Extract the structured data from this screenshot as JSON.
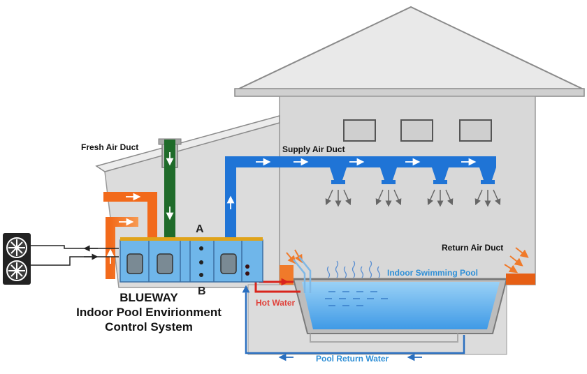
{
  "labels": {
    "fresh_air_duct": "Fresh Air Duct",
    "supply_air_duct": "Supply Air Duct",
    "return_air_duct": "Return Air Duct",
    "indoor_swimming_pool": "Indoor Swimming Pool",
    "hot_water": "Hot Water",
    "pool_return_water": "Pool Return Water",
    "point_a": "A",
    "point_b": "B"
  },
  "brand": {
    "name": "BLUEWAY",
    "line1": "Indoor Pool Envirionment",
    "line2": "Control System"
  },
  "colors": {
    "building": "#d8d8d8",
    "roof_outline": "#7d7d7d",
    "supply_duct": "#1f74d6",
    "fresh_duct": "#1f6b2a",
    "return_duct": "#f07a2a",
    "hot_water": "#d9251d",
    "pool_water": "#5fb2ef",
    "unit": "#6fb6ea"
  }
}
